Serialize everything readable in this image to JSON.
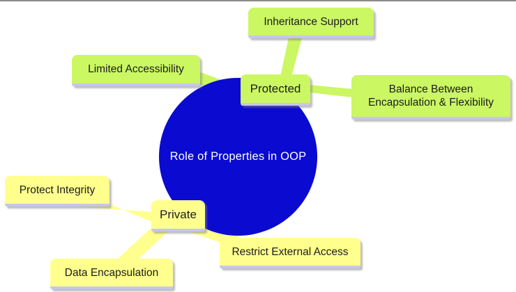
{
  "mindmap": {
    "center": {
      "label": "Role of Properties in OOP"
    },
    "branches": [
      {
        "label": "Protected",
        "children": [
          {
            "label": "Inheritance Support"
          },
          {
            "label": "Limited Accessibility"
          },
          {
            "label": "Balance Between Encapsulation & Flexibility"
          }
        ]
      },
      {
        "label": "Private",
        "children": [
          {
            "label": "Protect Integrity"
          },
          {
            "label": "Data Encapsulation"
          },
          {
            "label": "Restrict External Access"
          }
        ]
      }
    ]
  },
  "colors": {
    "branch_green": "#cbf763",
    "branch_yellow": "#ffff8e",
    "center_fill": "#0a0ad0",
    "center_text": "#ffffff",
    "node_text": "#1c1c1c",
    "underline": "#c6c6f0",
    "topline": "#8a8a8a"
  }
}
